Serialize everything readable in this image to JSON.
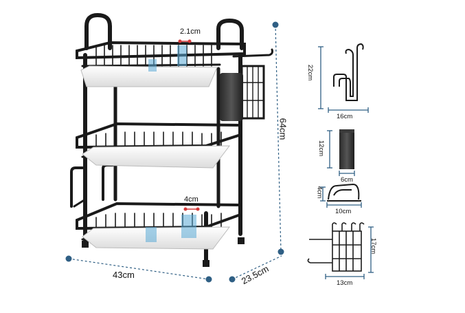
{
  "dimensions": {
    "height": "64cm",
    "width": "43cm",
    "depth": "23.5cm",
    "slot_top": "2.1cm",
    "slot_bottom": "4cm"
  },
  "accessories": {
    "hook_height": "22cm",
    "hook_width": "16cm",
    "cup_height": "12cm",
    "cup_width": "6cm",
    "holder_height": "4cm",
    "holder_width": "10cm",
    "basket_height": "17cm",
    "basket_width": "13cm"
  },
  "colors": {
    "frame": "#1a1a1a",
    "dimension_line": "#2f5f84",
    "accent_red": "#d33a3a",
    "tray": "#f4f4f4",
    "slot_blue": "#5aa9d6"
  }
}
